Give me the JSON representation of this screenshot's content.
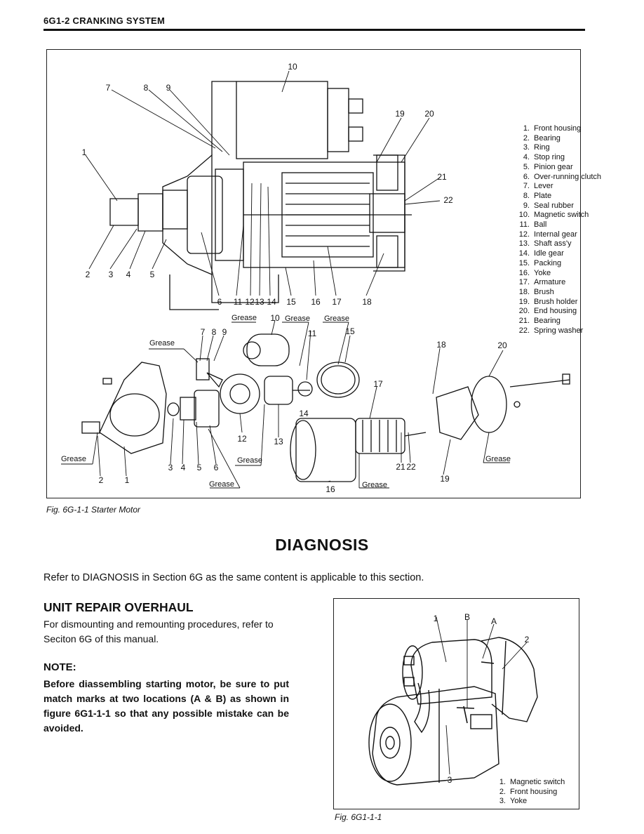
{
  "header": {
    "title": "6G1-2 CRANKING SYSTEM"
  },
  "figure1": {
    "caption": "Fig. 6G-1-1  Starter Motor",
    "legend": [
      {
        "num": "1.",
        "name": "Front housing"
      },
      {
        "num": "2.",
        "name": "Bearing"
      },
      {
        "num": "3.",
        "name": "Ring"
      },
      {
        "num": "4.",
        "name": "Stop ring"
      },
      {
        "num": "5.",
        "name": "Pinion gear"
      },
      {
        "num": "6.",
        "name": "Over-running clutch"
      },
      {
        "num": "7.",
        "name": "Lever"
      },
      {
        "num": "8.",
        "name": "Plate"
      },
      {
        "num": "9.",
        "name": "Seal rubber"
      },
      {
        "num": "10.",
        "name": "Magnetic switch"
      },
      {
        "num": "11.",
        "name": "Ball"
      },
      {
        "num": "12.",
        "name": "Internal gear"
      },
      {
        "num": "13.",
        "name": "Shaft ass'y"
      },
      {
        "num": "14.",
        "name": "Idle gear"
      },
      {
        "num": "15.",
        "name": "Packing"
      },
      {
        "num": "16.",
        "name": "Yoke"
      },
      {
        "num": "17.",
        "name": "Armature"
      },
      {
        "num": "18.",
        "name": "Brush"
      },
      {
        "num": "19.",
        "name": "Brush holder"
      },
      {
        "num": "20.",
        "name": "End housing"
      },
      {
        "num": "21.",
        "name": "Bearing"
      },
      {
        "num": "22.",
        "name": "Spring washer"
      }
    ],
    "grease_label": "Grease"
  },
  "section": {
    "title": "DIAGNOSIS",
    "refer_text": "Refer to DIAGNOSIS in Section 6G as the same content is applicable to this section."
  },
  "unit_repair": {
    "title": "UNIT REPAIR OVERHAUL",
    "body": "For dismounting and remounting procedures, refer to Seciton 6G of this manual.",
    "note_title": "NOTE:",
    "note_body": "Before diassembling starting motor, be sure to put match marks at two locations (A & B) as shown in figure 6G1-1-1 so that any possible mistake can be avoided."
  },
  "figure2": {
    "caption": "Fig. 6G1-1-1",
    "legend": [
      {
        "num": "1.",
        "name": "Magnetic switch"
      },
      {
        "num": "2.",
        "name": "Front housing"
      },
      {
        "num": "3.",
        "name": "Yoke"
      }
    ]
  }
}
